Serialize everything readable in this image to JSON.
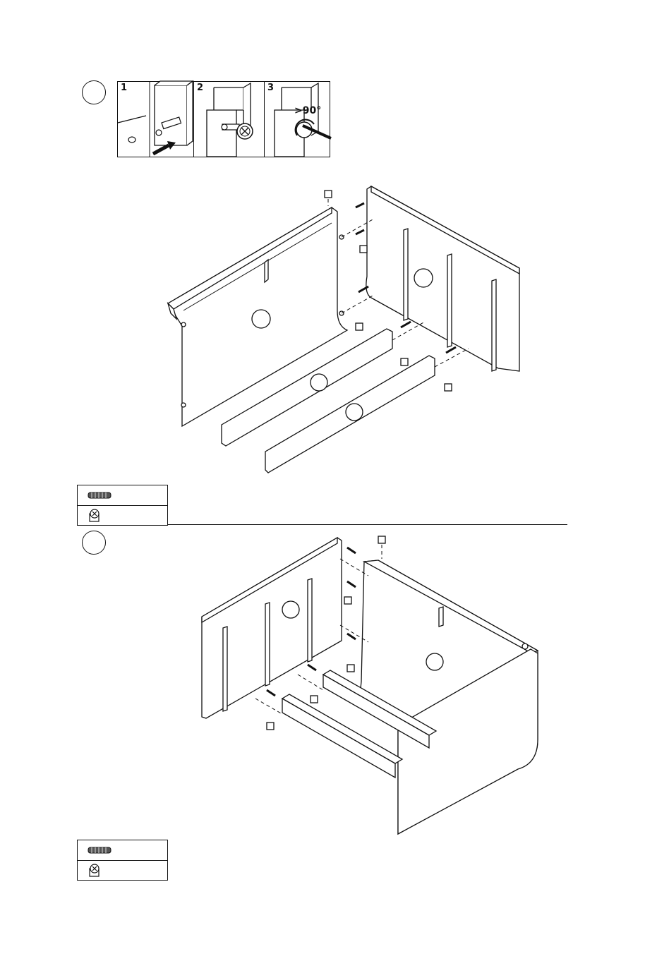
{
  "steps": [
    {
      "number": "",
      "panel": "side-panel-assembly"
    },
    {
      "number": "",
      "panel": "carcass-assembly"
    }
  ],
  "cam_lock_instructions": {
    "substeps": [
      "1",
      "2",
      "3"
    ],
    "rotation_label": ">90°"
  },
  "hardware_tables": [
    {
      "rows": [
        {
          "icon": "dowel-icon",
          "qty": ""
        },
        {
          "icon": "cam-lock-icon",
          "qty": ""
        }
      ]
    },
    {
      "rows": [
        {
          "icon": "dowel-icon",
          "qty": ""
        },
        {
          "icon": "cam-lock-icon",
          "qty": ""
        }
      ]
    }
  ],
  "colors": {
    "line": "#111111",
    "background": "#ffffff"
  }
}
